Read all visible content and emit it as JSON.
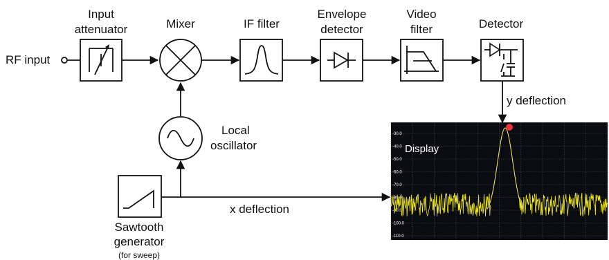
{
  "blocks": {
    "attenuator": [
      "Input",
      "attenuator"
    ],
    "mixer": "Mixer",
    "if_filter": "IF filter",
    "envelope": [
      "Envelope",
      "detector"
    ],
    "video": [
      "Video",
      "filter"
    ],
    "detector": "Detector",
    "local_osc": [
      "Local",
      "oscillator"
    ],
    "sawtooth": [
      "Sawtooth",
      "generator"
    ],
    "sawtooth_note": "(for sweep)"
  },
  "signals": {
    "rf_input": "RF input",
    "y_deflection": "y deflection",
    "x_deflection": "x deflection"
  },
  "display": {
    "label": "Display",
    "y_ticks": [
      "-30.0",
      "-40.0",
      "-50.0",
      "-60.0",
      "-70.0",
      "-80.0",
      "-90.0",
      "-100.0",
      "-110.0"
    ],
    "colors": {
      "background": "#0b0b12",
      "grid": "#4a4a55",
      "trace": "#f2ea1c",
      "marker": "#e8323c"
    }
  }
}
